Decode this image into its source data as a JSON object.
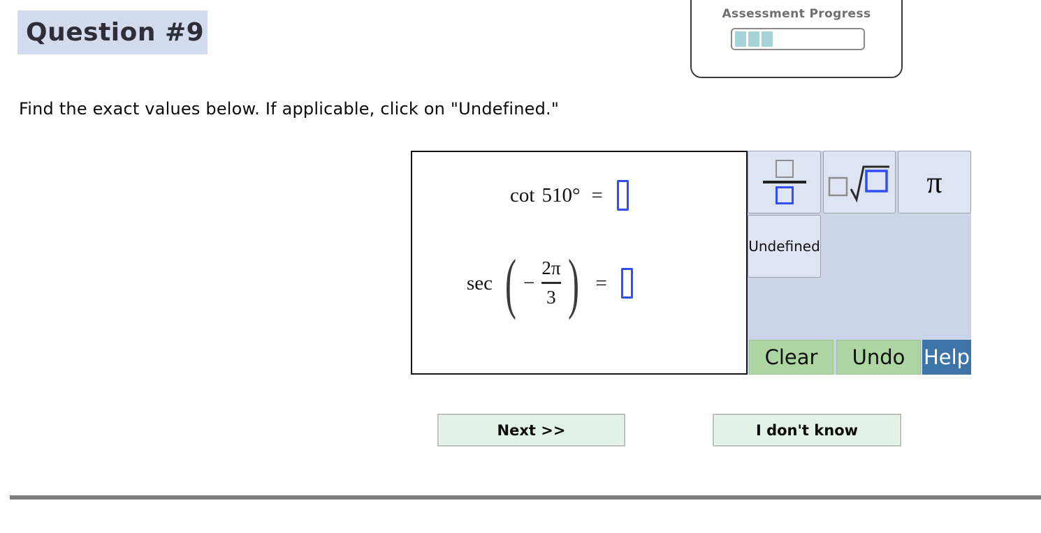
{
  "colors": {
    "question_highlight": "#d3dcee",
    "panel_bg": "#ccd5e8",
    "tool_btn_bg": "#dde4f2",
    "tool_btn_border": "#9aa2ad",
    "input_blue": "#2f4ff0",
    "green_btn": "#aed6a2",
    "help_blue": "#3d74a8",
    "action_btn_bg": "#e2f2e6",
    "progress_teal": "#a6d3d8",
    "divider_gray": "#7f7f7f"
  },
  "header": {
    "question_label": "Question #9"
  },
  "assessment": {
    "title": "Assessment Progress",
    "progress_segments_filled": 3
  },
  "instruction": "Find the exact values below. If applicable, click on \"Undefined.\"",
  "equations": [
    {
      "function": "cot",
      "argument": "510°",
      "equals_sign": "="
    },
    {
      "function": "sec",
      "open_paren": "(",
      "minus_sign": "−",
      "fraction": {
        "numerator": "2π",
        "denominator": "3"
      },
      "close_paren": ")",
      "equals_sign": "="
    }
  ],
  "toolbar": {
    "pi_label": "π",
    "undefined_label": "Undefined",
    "clear_label": "Clear",
    "undo_label": "Undo",
    "help_label": "Help"
  },
  "actions": {
    "next_label": "Next >>",
    "dont_know_label": "I don't know"
  }
}
